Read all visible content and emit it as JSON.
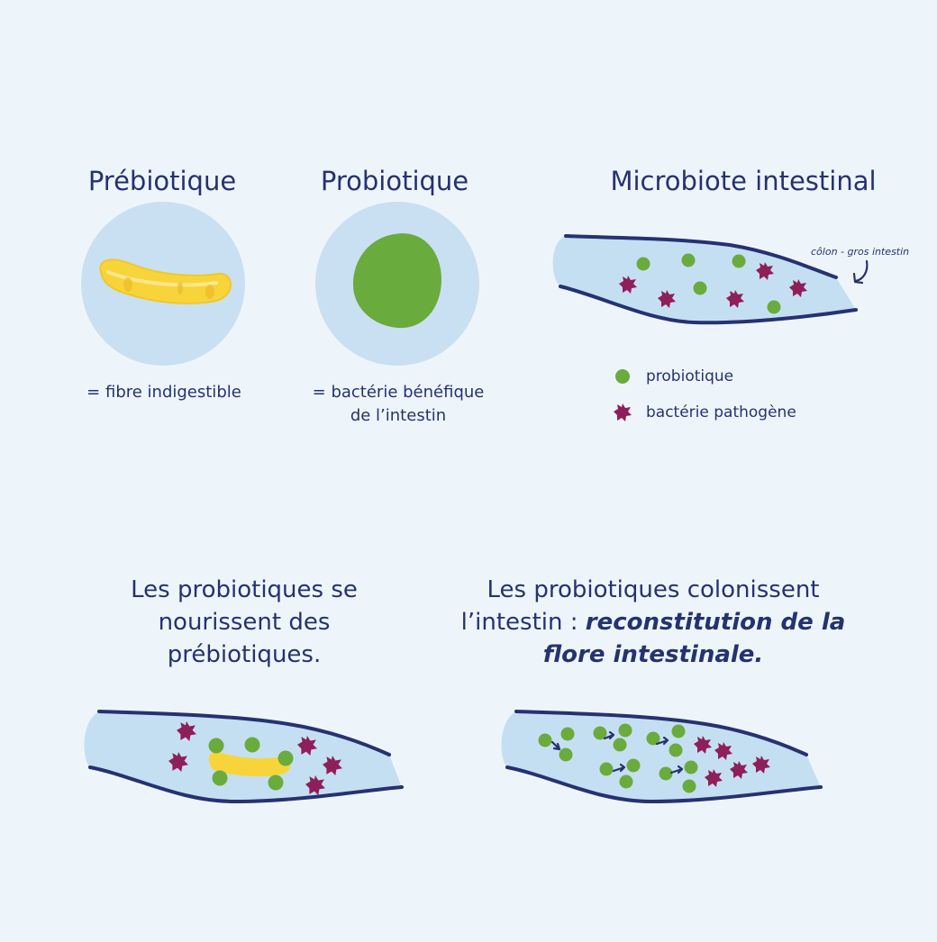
{
  "top": {
    "prebiotic": {
      "title": "Prébiotique",
      "caption": "= fibre indigestible"
    },
    "probiotic": {
      "title": "Probiotique",
      "caption_line1": "= bactérie bénéfique",
      "caption_line2": "de l’intestin"
    },
    "microbiota": {
      "title": "Microbiote intestinal",
      "colon_label": "côlon - gros intestin",
      "legend": [
        {
          "icon": "green-dot-icon",
          "label": "probiotique"
        },
        {
          "icon": "purple-star-icon",
          "label": "bactérie pathogène"
        }
      ]
    }
  },
  "bottom": {
    "left": {
      "line1": "Les probiotiques se",
      "line2": "nourissent des",
      "line3": "prébiotiques."
    },
    "right": {
      "line1": "Les probiotiques colonissent",
      "line2_plain": "l’intestin : ",
      "line2_emph": "reconstitution de la",
      "line3_emph": "flore intestinale."
    }
  },
  "colors": {
    "background": "#eef5fa",
    "navy": "#253272",
    "light_blue": "#c5dff2",
    "green": "#6aab3d",
    "purple": "#8e1f5b",
    "yellow": "#f7d53a"
  }
}
